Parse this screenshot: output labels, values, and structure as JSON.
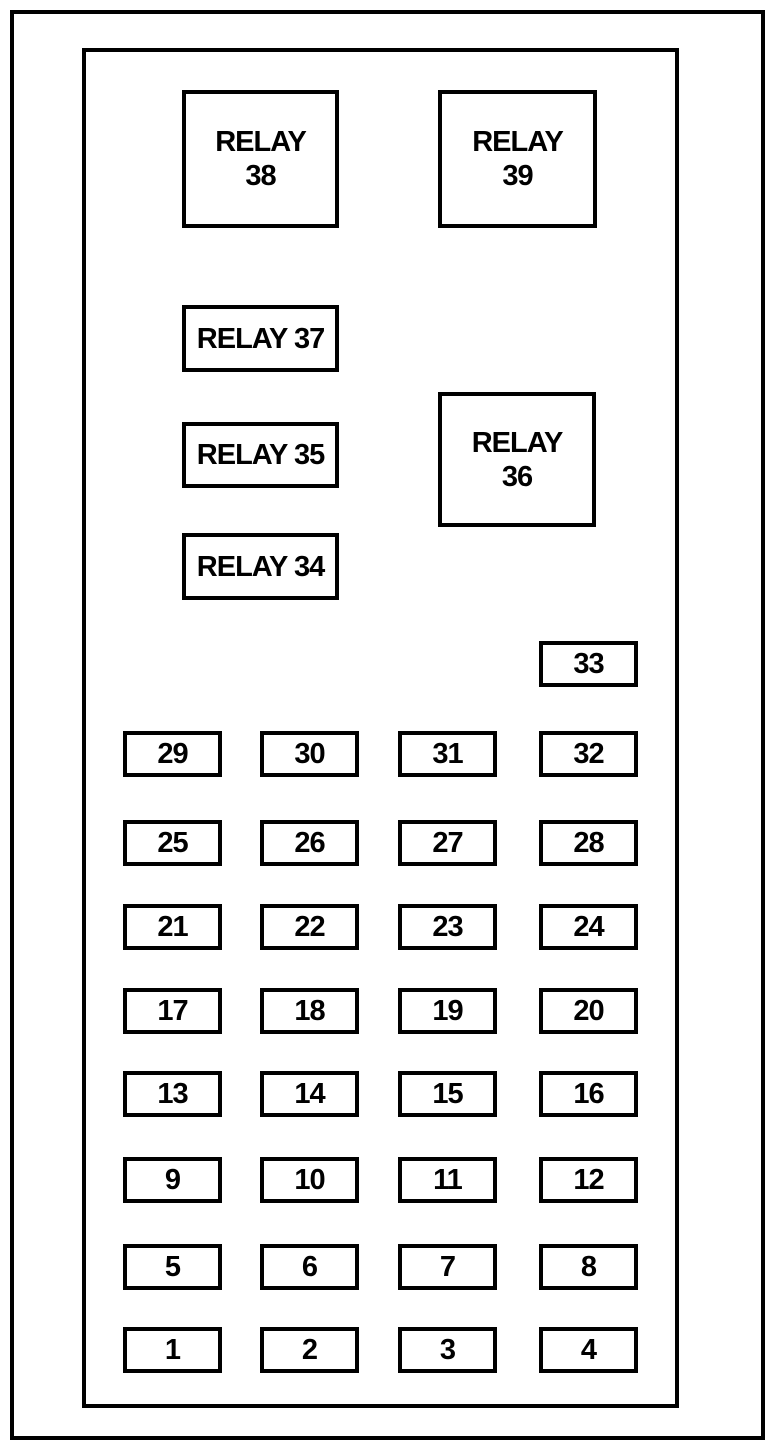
{
  "colors": {
    "line": "#000000",
    "background": "#ffffff"
  },
  "relays": [
    {
      "id": "relay-38",
      "lines": [
        "RELAY",
        "38"
      ]
    },
    {
      "id": "relay-39",
      "lines": [
        "RELAY",
        "39"
      ]
    },
    {
      "id": "relay-37",
      "lines": [
        "RELAY 37"
      ]
    },
    {
      "id": "relay-35",
      "lines": [
        "RELAY 35"
      ]
    },
    {
      "id": "relay-36",
      "lines": [
        "RELAY",
        "36"
      ]
    },
    {
      "id": "relay-34",
      "lines": [
        "RELAY 34"
      ]
    }
  ],
  "fuse_labels": [
    "1",
    "2",
    "3",
    "4",
    "5",
    "6",
    "7",
    "8",
    "9",
    "10",
    "11",
    "12",
    "13",
    "14",
    "15",
    "16",
    "17",
    "18",
    "19",
    "20",
    "21",
    "22",
    "23",
    "24",
    "25",
    "26",
    "27",
    "28",
    "29",
    "30",
    "31",
    "32",
    "33"
  ]
}
